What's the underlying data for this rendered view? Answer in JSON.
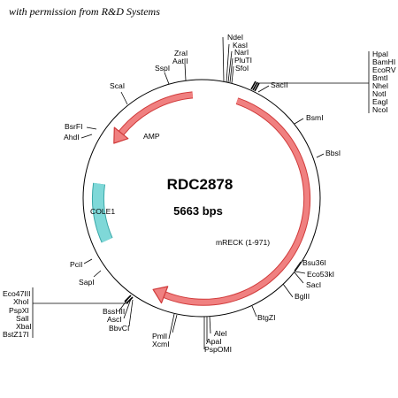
{
  "credit": "with permission from R&D Systems",
  "plasmid": {
    "name": "RDC2878",
    "size_label": "5663 bps"
  },
  "colors": {
    "arrow": "#f08080",
    "arrow_stroke": "#d03a3a",
    "origin": "#7fd8d8",
    "origin_stroke": "#3aa8a8",
    "line": "#000000"
  },
  "features": [
    {
      "id": "amp",
      "label": "AMP",
      "type": "arrow",
      "start_deg": 355,
      "end_deg": 302,
      "direction": "ccw"
    },
    {
      "id": "mreck",
      "label": "mRECK (1-971)",
      "type": "arrow",
      "start_deg": 20,
      "end_deg": 208,
      "direction": "cw"
    },
    {
      "id": "cole1",
      "label": "COLE1",
      "type": "origin",
      "start_deg": 278,
      "end_deg": 246
    }
  ],
  "sites": [
    {
      "labels": [
        "ZraI",
        "AatII"
      ],
      "deg": 351
    },
    {
      "labels": [
        "SspI"
      ],
      "deg": 343
    },
    {
      "labels": [
        "ScaI"
      ],
      "deg": 320
    },
    {
      "labels": [
        "NdeI",
        "KasI",
        "NarI",
        "PluTI",
        "SfoI"
      ],
      "deg": 2
    },
    {
      "labels": [
        "SacII"
      ],
      "deg": 23
    },
    {
      "labels": [
        "HpaI",
        "BamHI",
        "EcoRV",
        "BmtI",
        "NheI",
        "NotI",
        "EagI",
        "NcoI"
      ],
      "deg": 21
    },
    {
      "labels": [
        "BsmI"
      ],
      "deg": 52
    },
    {
      "labels": [
        "BbsI"
      ],
      "deg": 77
    },
    {
      "labels": [
        "Bsu36I",
        "Eco53kI",
        "SacI"
      ],
      "deg": 128
    },
    {
      "labels": [
        "BglII"
      ],
      "deg": 141
    },
    {
      "labels": [
        "BtgZI"
      ],
      "deg": 155
    },
    {
      "labels": [
        "AleI",
        "ApaI",
        "PspOMI"
      ],
      "deg": 172
    },
    {
      "labels": [
        "PmlI",
        "XcmI"
      ],
      "deg": 185
    },
    {
      "labels": [
        "BssHII",
        "AscI",
        "BbvCI"
      ],
      "deg": 206
    },
    {
      "labels": [
        "Eco47III",
        "XhoI",
        "PspXI",
        "SalI",
        "XbaI",
        "BstZ17I"
      ],
      "deg": 208
    },
    {
      "labels": [
        "SapI"
      ],
      "deg": 236
    },
    {
      "labels": [
        "PciI"
      ],
      "deg": 243
    },
    {
      "labels": [
        "AhdI"
      ],
      "deg": 296
    },
    {
      "labels": [
        "BsrFI"
      ],
      "deg": 300
    }
  ]
}
